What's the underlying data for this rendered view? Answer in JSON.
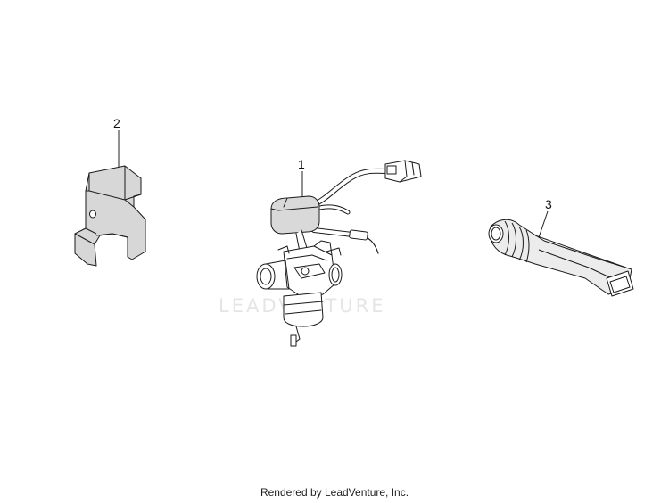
{
  "watermark": {
    "text": "LEADVENTURE"
  },
  "parts": [
    {
      "callout": "1",
      "icon": "carburetor-icon"
    },
    {
      "callout": "2",
      "icon": "heat-shield-cover-icon"
    },
    {
      "callout": "3",
      "icon": "intake-tube-icon"
    }
  ],
  "footer": {
    "text": "Rendered by LeadVenture, Inc."
  }
}
